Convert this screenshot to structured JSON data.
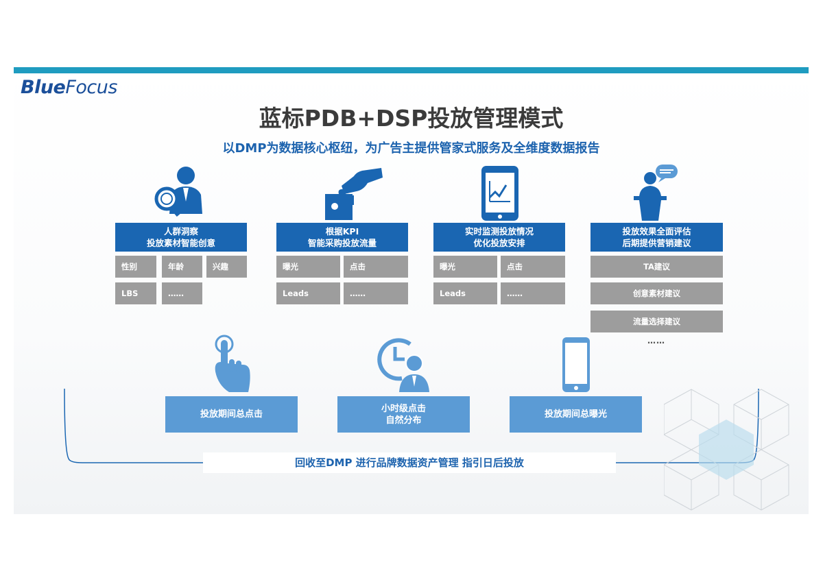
{
  "brand": {
    "logo_blue": "Blue",
    "logo_focus": "Focus"
  },
  "colors": {
    "accent": "#1f9cc0",
    "dark_blue": "#1a66b2",
    "light_blue": "#5b9bd5",
    "gray_box": "#9d9d9d"
  },
  "title": "蓝标PDB+DSP投放管理模式",
  "subtitle": "以DMP为数据核心枢纽，为广告主提供管家式服务及全维度数据报告",
  "columns": [
    {
      "icon": "person-magnifier-icon",
      "head_line1": "人群洞察",
      "head_line2": "投放素材智能创意",
      "tags": [
        "性别",
        "年龄",
        "兴趣",
        "LBS",
        "……"
      ]
    },
    {
      "icon": "puzzle-hand-icon",
      "head_line1": "根据KPI",
      "head_line2": "智能采购投放流量",
      "tags": [
        "曝光",
        "点击",
        "Leads",
        "……"
      ]
    },
    {
      "icon": "tablet-chart-icon",
      "head_line1": "实时监测投放情况",
      "head_line2": "优化投放安排",
      "tags": [
        "曝光",
        "点击",
        "Leads",
        "……"
      ]
    },
    {
      "icon": "speaker-podium-icon",
      "head_line1": "投放效果全面评估",
      "head_line2": "后期提供营销建议",
      "tags": [
        "TA建议",
        "创意素材建议",
        "流量选择建议",
        "……"
      ]
    }
  ],
  "reports": [
    {
      "icon": "hand-pointer-icon",
      "line1": "投放期间总点击",
      "line2": ""
    },
    {
      "icon": "clock-person-icon",
      "line1": "小时级点击",
      "line2": "自然分布"
    },
    {
      "icon": "smartphone-icon",
      "line1": "投放期间总曝光",
      "line2": ""
    }
  ],
  "footer": "回收至DMP  进行品牌数据资产管理  指引日后投放"
}
